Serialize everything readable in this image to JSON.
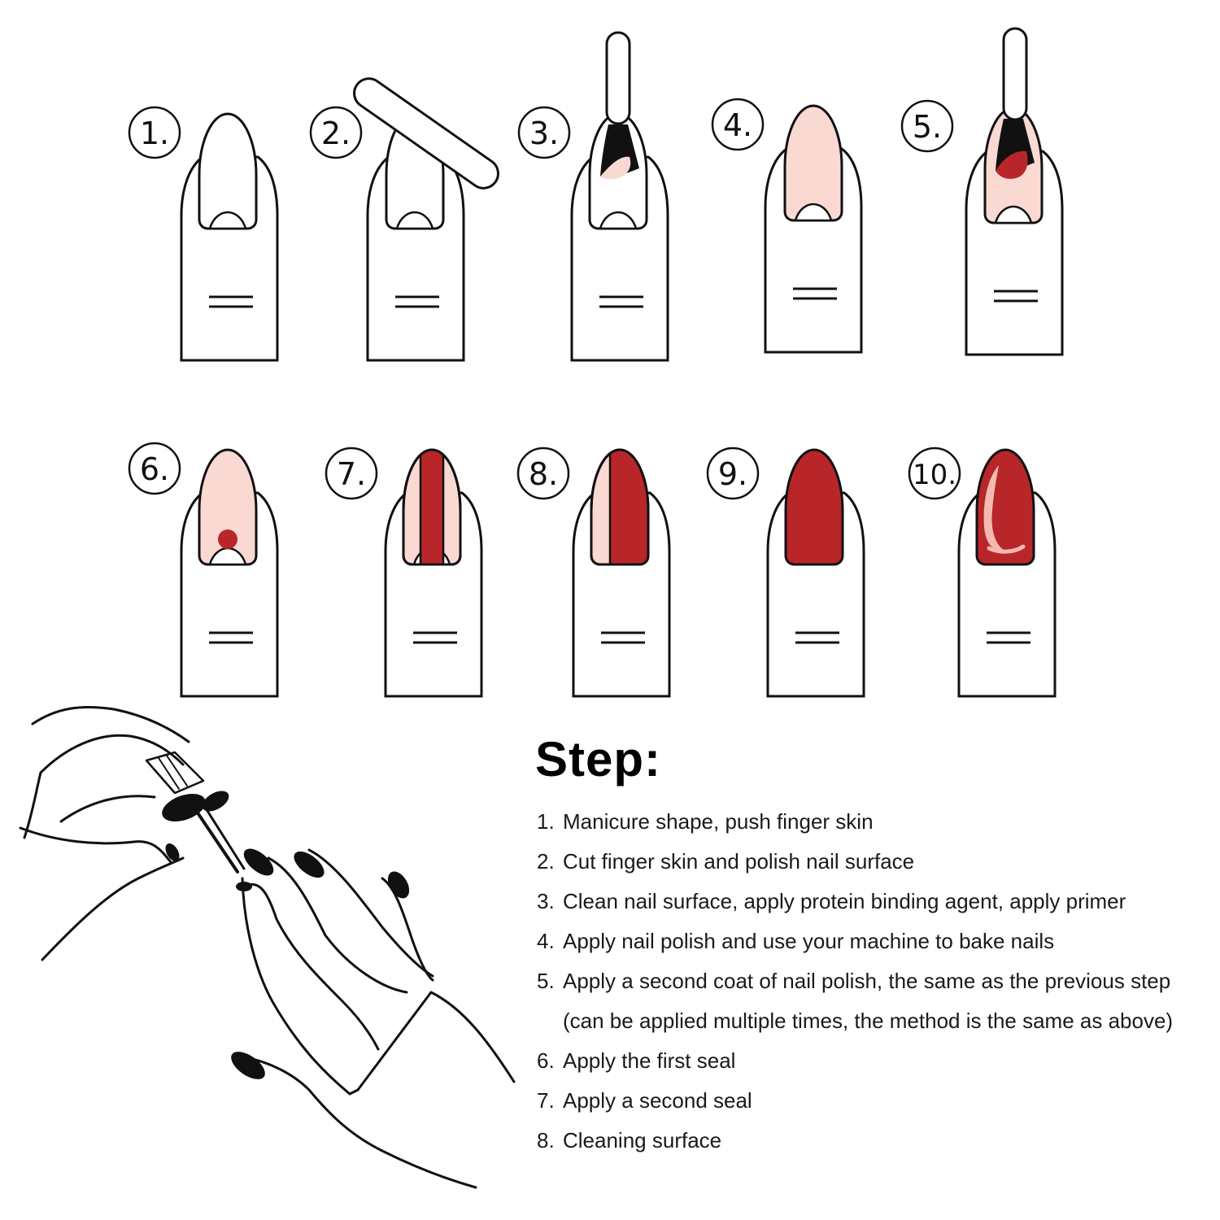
{
  "illustration": {
    "colors": {
      "polish_red": "#b8262a",
      "nail_pink": "#f9d9d2",
      "outline": "#111111",
      "highlight": "#f3b9b0"
    },
    "badges": [
      "1.",
      "2.",
      "3.",
      "4.",
      "5.",
      "6.",
      "7.",
      "8.",
      "9.",
      "10."
    ]
  },
  "instructions": {
    "title": "Step:",
    "items": [
      {
        "number": "1.",
        "text": "Manicure shape, push finger skin"
      },
      {
        "number": "2.",
        "text": "Cut finger skin and polish nail surface"
      },
      {
        "number": "3.",
        "text": "Clean nail surface, apply protein binding agent, apply primer"
      },
      {
        "number": "4.",
        "text": "Apply nail polish and use your machine to bake nails"
      },
      {
        "number": "5.",
        "text": "Apply a second coat of nail polish, the same as the previous step (can be applied multiple times, the method is the same as above)"
      },
      {
        "number": "6.",
        "text": "Apply the first seal"
      },
      {
        "number": "7.",
        "text": "Apply a second seal"
      },
      {
        "number": "8.",
        "text": "Cleaning surface"
      }
    ]
  }
}
